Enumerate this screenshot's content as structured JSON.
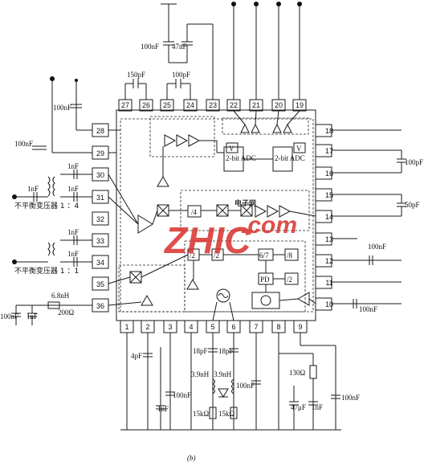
{
  "top_pins": [
    "27",
    "26",
    "25",
    "24",
    "23",
    "22",
    "21",
    "20",
    "19"
  ],
  "right_pins": [
    "18",
    "17",
    "16",
    "15",
    "14",
    "13",
    "12",
    "11",
    "10"
  ],
  "bottom_pins": [
    "1",
    "2",
    "3",
    "4",
    "5",
    "6",
    "7",
    "8",
    "9"
  ],
  "left_pins": [
    "28",
    "29",
    "30",
    "31",
    "32",
    "33",
    "34",
    "35",
    "36"
  ],
  "components": {
    "cap_100nF": "100nF",
    "cap_47nF": "47nF",
    "cap_150pF": "150pF",
    "cap_100pF": "100pF",
    "cap_1nF": "1nF",
    "cap_4pF": "4pF",
    "cap_18pF": "18pF",
    "ind_3_9nH": "3.9nH",
    "ind_6_8nH": "6.8nH",
    "res_200": "200Ω",
    "res_15k": "15kΩ",
    "res_130": "130Ω",
    "cap_47uF": "47μF",
    "cap_50pF": "50pF"
  },
  "blocks": {
    "adc": "2-bit ADC",
    "vref": "V",
    "div4": "/4",
    "div2": "/2",
    "div8": "/8",
    "div67": "6/7",
    "pd": "PD"
  },
  "labels": {
    "balun_1_4": "不平衡变压器  1 ：4",
    "balun_1_1": "不平衡变压器  1 ：1",
    "caption": "(b)"
  },
  "watermark": {
    "main": "ZHIC",
    "sub": ".com",
    "cn": "电子网",
    "color": "#d9302c"
  }
}
